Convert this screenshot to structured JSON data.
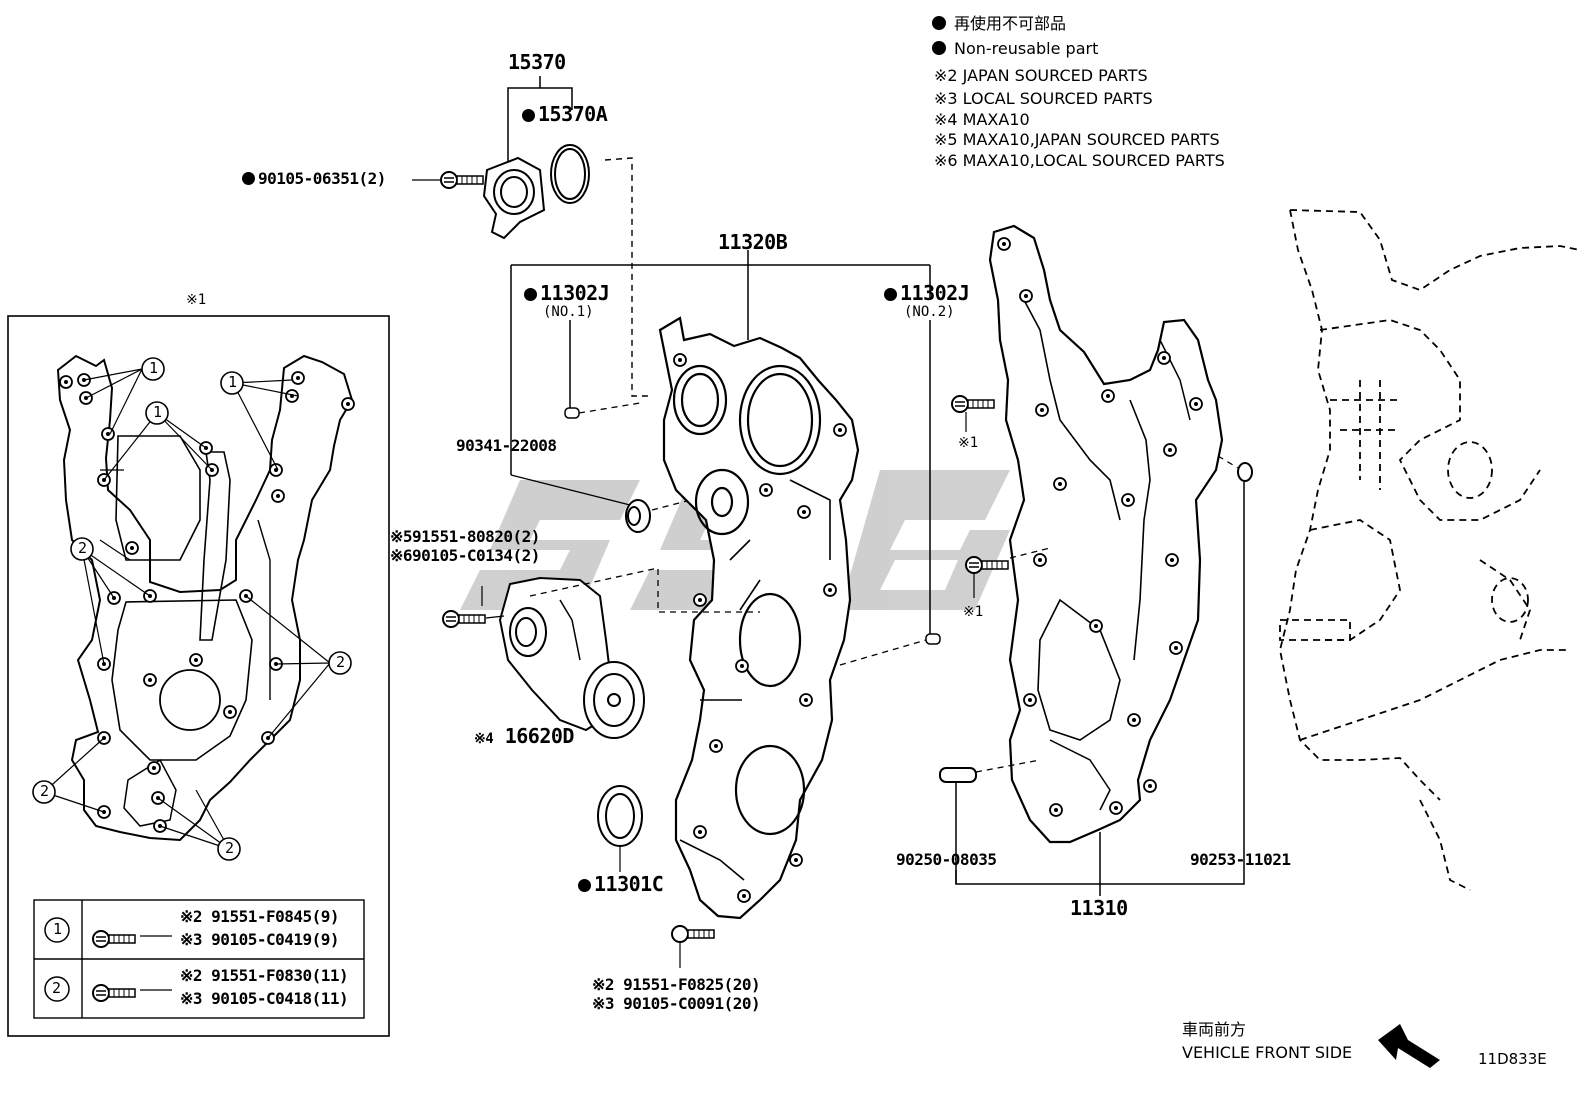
{
  "legend": {
    "jp": "再使用不可部品",
    "en": "Non-reusable part",
    "notes": [
      "※2 JAPAN SOURCED PARTS",
      "※3 LOCAL SOURCED PARTS",
      "※4 MAXA10",
      "※5 MAXA10,JAPAN SOURCED PARTS",
      "※6 MAXA10,LOCAL SOURCED PARTS"
    ]
  },
  "parts": {
    "p15370": "15370",
    "p15370A": "15370A",
    "p90105_06351": "90105-06351(2)",
    "p11320B": "11320B",
    "p11302J_1": "11302J",
    "no1": "(NO.1)",
    "p11302J_2": "11302J",
    "no2": "(NO.2)",
    "p90341": "90341-22008",
    "p91551_80820": "※591551-80820(2)",
    "p90105_C0134": "※690105-C0134(2)",
    "p16620D_mark": "※4",
    "p16620D": "16620D",
    "p11301C": "11301C",
    "p91551_F0825": "※2 91551-F0825(20)",
    "p90105_C0091": "※3 90105-C0091(20)",
    "mark1_a": "※1",
    "mark1_b": "※1",
    "p90250": "90250-08035",
    "p90253": "90253-11021",
    "p11310": "11310"
  },
  "inset": {
    "title": "※1",
    "callout1": "1",
    "callout2": "2",
    "row1": {
      "num": "1",
      "line1": "※2 91551-F0845(9)",
      "line2": "※3 90105-C0419(9)"
    },
    "row2": {
      "num": "2",
      "line1": "※2 91551-F0830(11)",
      "line2": "※3 90105-C0418(11)"
    }
  },
  "footer": {
    "jp": "車両前方",
    "en": "VEHICLE FRONT SIDE",
    "code": "11D833E"
  },
  "watermark": "SSG"
}
